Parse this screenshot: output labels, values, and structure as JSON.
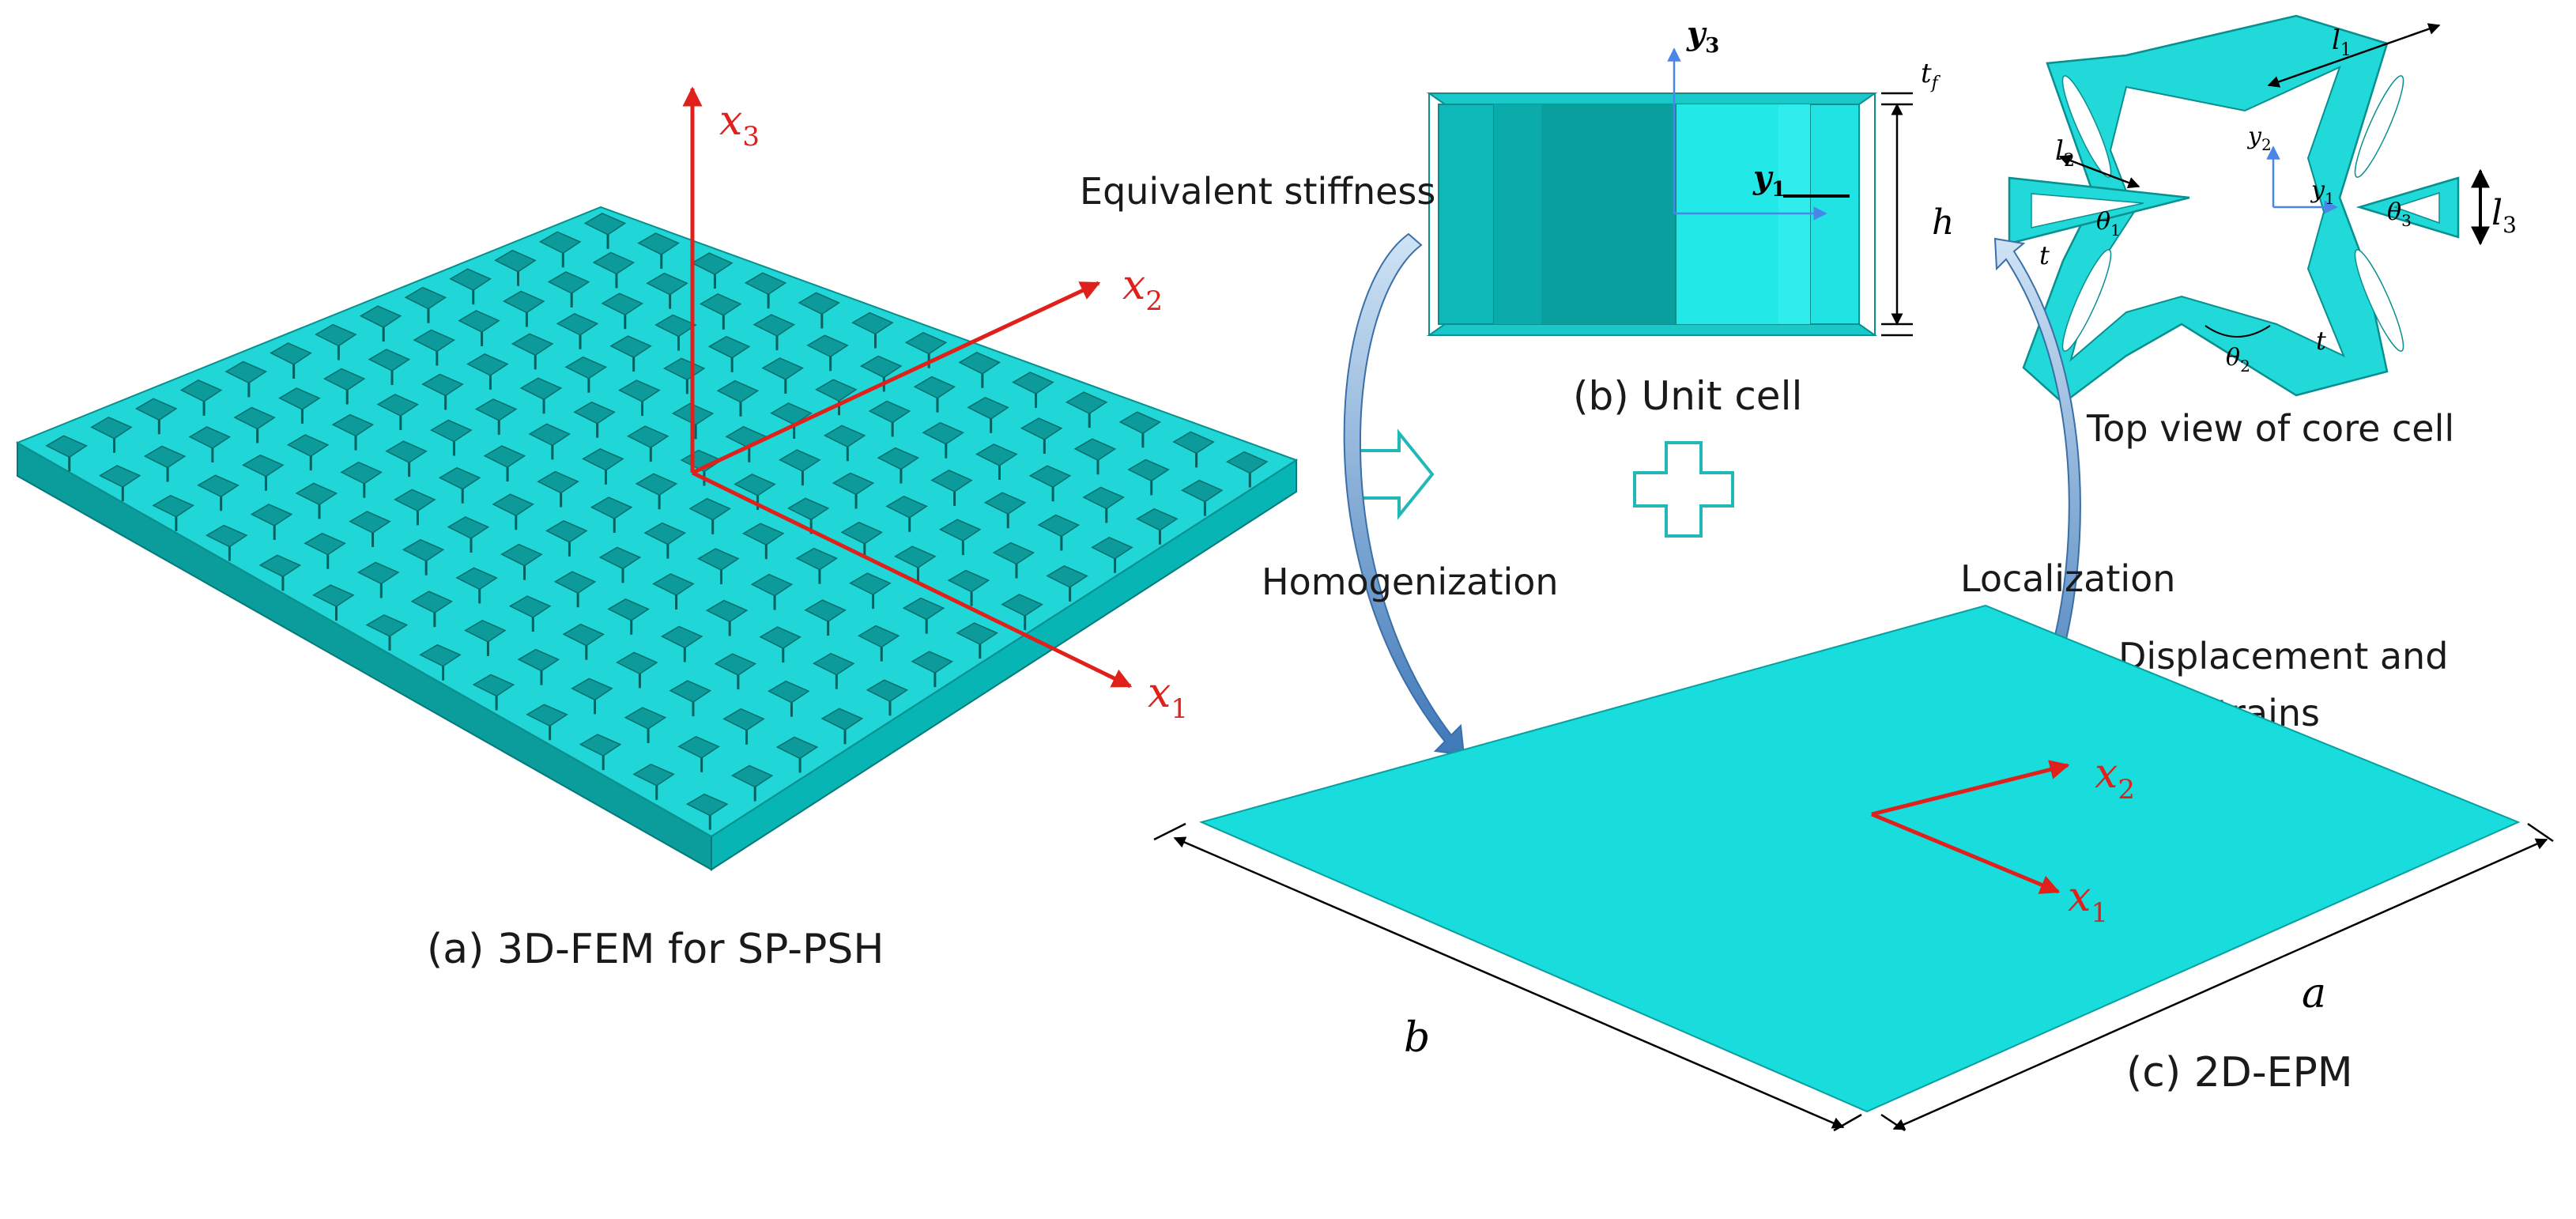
{
  "panels": {
    "a": {
      "caption": "(a)  3D-FEM for SP-PSH"
    },
    "b": {
      "caption": "(b)  Unit cell"
    },
    "c": {
      "caption": "(c)  2D-EPM"
    },
    "top_view": {
      "caption": "Top view of core cell"
    }
  },
  "annotations": {
    "equivalent_stiffness": "Equivalent stiffness",
    "homogenization": "Homogenization",
    "localization": "Localization",
    "displacement_line1": "Displacement and",
    "displacement_line2": "strains"
  },
  "axes_3d": {
    "x1": "x",
    "x1_sub": "1",
    "x2": "x",
    "x2_sub": "2",
    "x3": "x",
    "x3_sub": "3"
  },
  "axes_unit_cell": {
    "y1": "y",
    "y1_sub": "1",
    "y3": "y",
    "y3_sub": "3"
  },
  "axes_plate": {
    "x1": "x",
    "x1_sub": "1",
    "x2": "x",
    "x2_sub": "2"
  },
  "axes_top_view": {
    "y1": "y",
    "y1_sub": "1",
    "y2": "y",
    "y2_sub": "2"
  },
  "dimensions": {
    "tf": "t",
    "tf_sub": "f",
    "h": "h",
    "a": "a",
    "b": "b",
    "l1": "l",
    "l1_sub": "1",
    "l2": "l",
    "l2_sub": "2",
    "l3": "l",
    "l3_sub": "3",
    "theta1": "θ",
    "theta1_sub": "1",
    "theta2": "θ",
    "theta2_sub": "2",
    "theta3": "θ",
    "theta3_sub": "3",
    "t_left": "t",
    "t_right": "t"
  },
  "colors": {
    "cyan": "#19dcdc",
    "cyan_dark": "#0aa8a8",
    "cyan_light": "#2cf0f0",
    "axis_red": "#e0201b",
    "arrow_blue": "#4f86c6"
  }
}
